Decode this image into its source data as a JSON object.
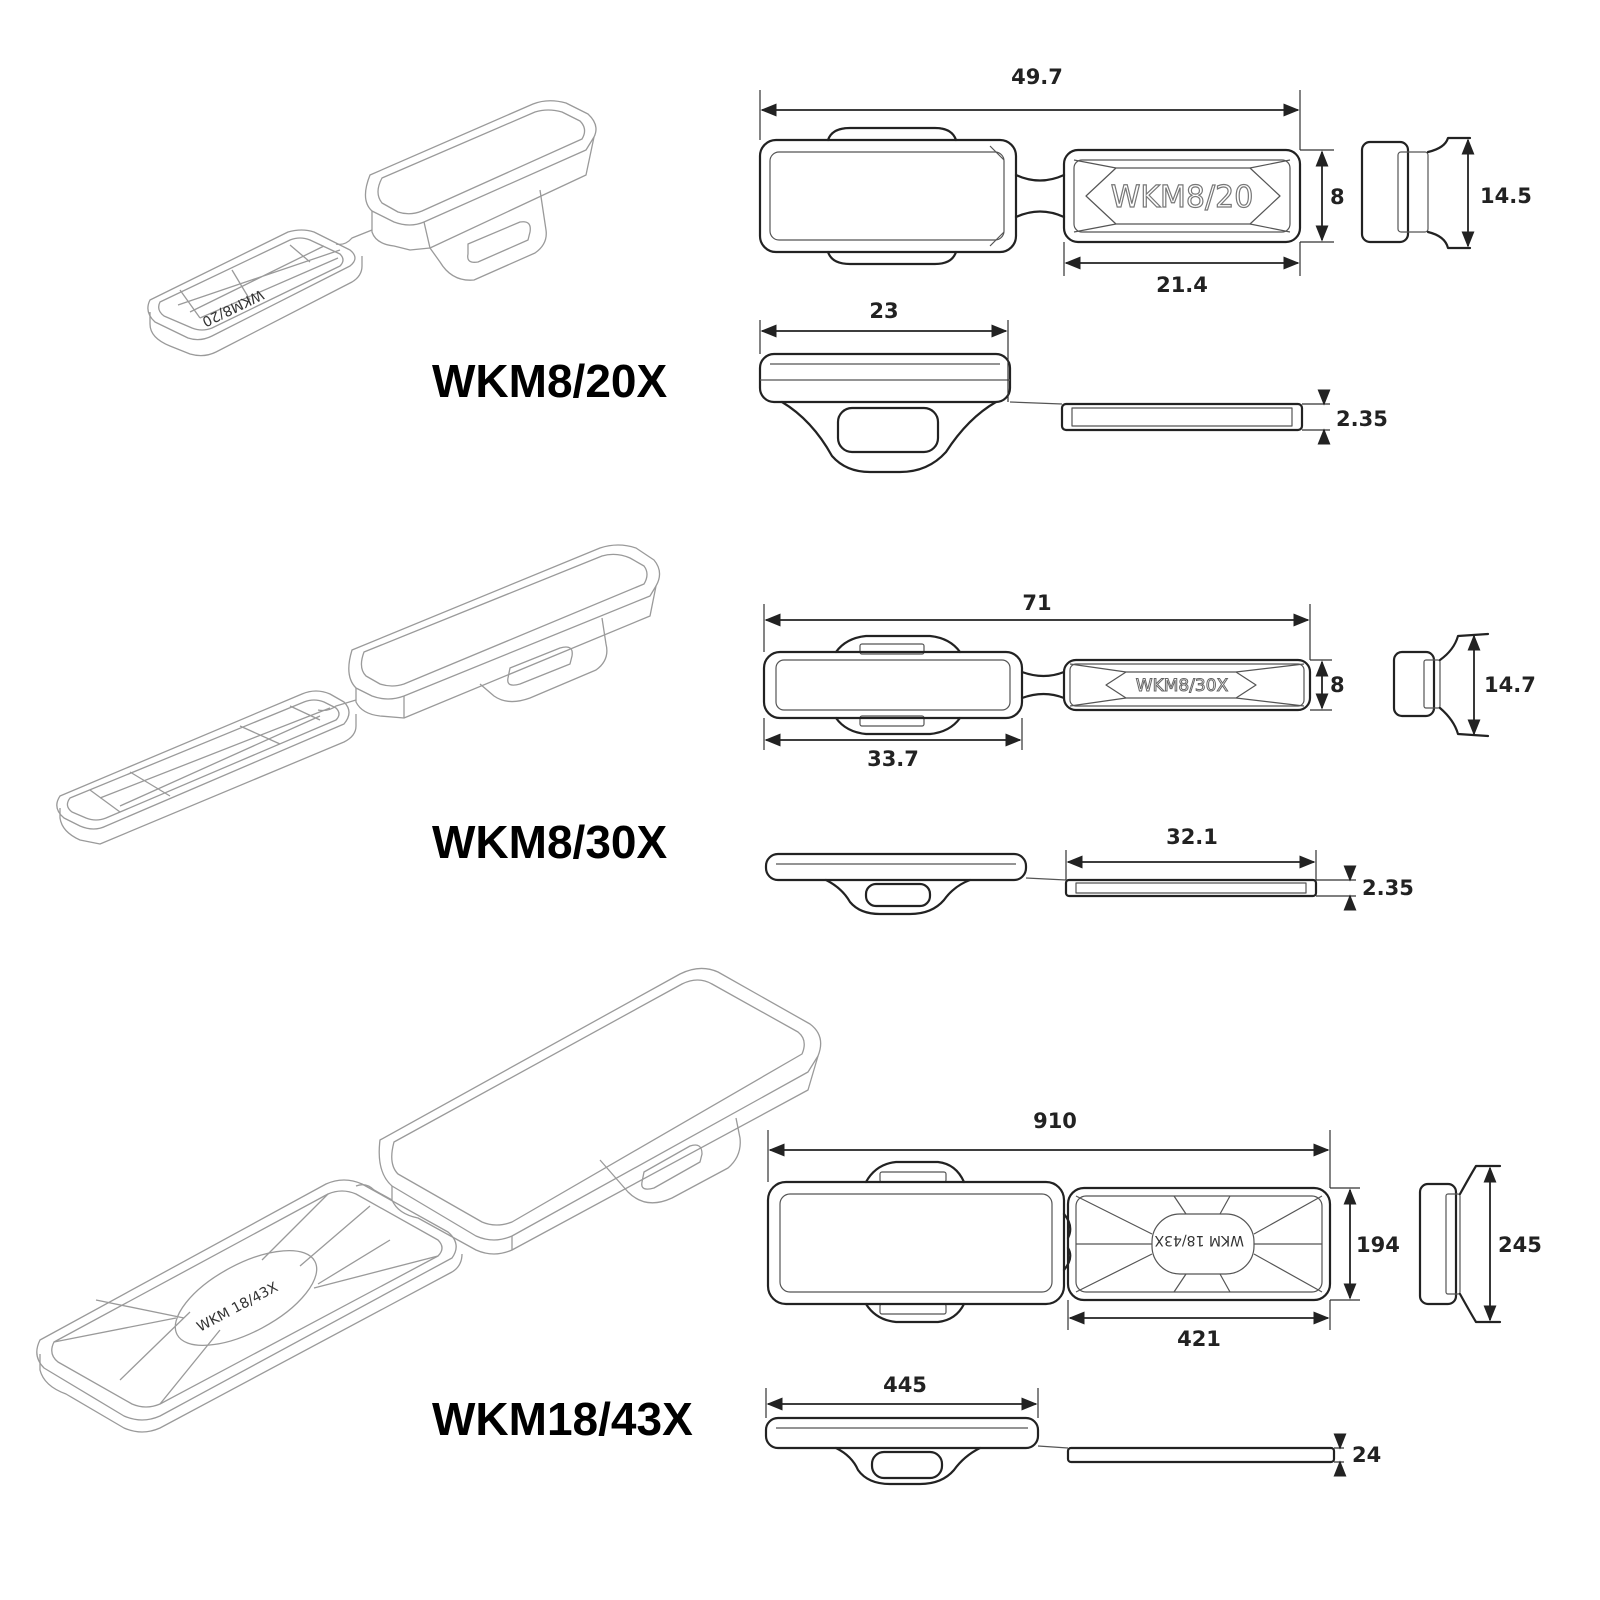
{
  "models": [
    {
      "name": "WKM8/20X",
      "embossed": "WKM8/20",
      "iso_embossed": "WKM8/20",
      "dims": {
        "total_length": "49.7",
        "tab_height": "8",
        "depth": "14.5",
        "tab_length": "21.4",
        "body_length": "23",
        "tab_thickness": "2.35"
      }
    },
    {
      "name": "WKM8/30X",
      "embossed": "WKM8/30X",
      "dims": {
        "total_length": "71",
        "tab_height": "8",
        "depth": "14.7",
        "body_length": "33.7",
        "tab_length": "32.1",
        "tab_thickness": "2.35"
      }
    },
    {
      "name": "WKM18/43X",
      "embossed": "WKM 18/43X",
      "iso_embossed": "WKM 18/43X",
      "dims": {
        "total_length": "910",
        "tab_height": "194",
        "depth": "245",
        "tab_length": "421",
        "body_length": "445",
        "tab_thickness": "24"
      }
    }
  ]
}
